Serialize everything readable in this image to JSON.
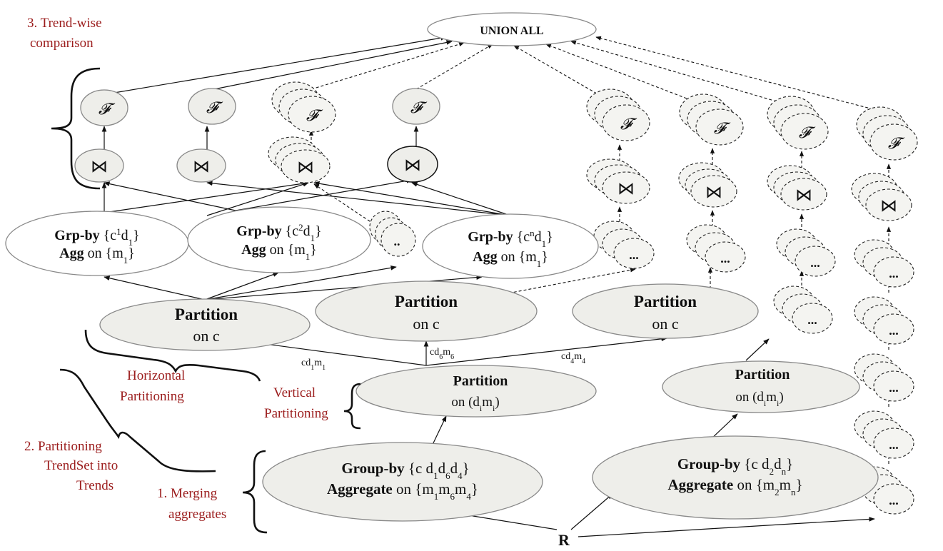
{
  "diagram": {
    "union": "UNION ALL",
    "func_symbol": "𝓕",
    "join_symbol": "⋈",
    "ellipsis_short": "..",
    "ellipsis": "...",
    "source": "R",
    "annotations": {
      "trend_wise": [
        "3. Trend-wise",
        "comparison"
      ],
      "horizontal": [
        "Horizontal",
        "Partitioning"
      ],
      "vertical": [
        "Vertical",
        "Partitioning"
      ],
      "partitioning": [
        "2. Partitioning",
        "TrendSet into",
        "Trends"
      ],
      "merging": [
        "1. Merging",
        "aggregates"
      ]
    },
    "groupby_nodes": [
      {
        "kw": "Grp-by",
        "set": "{c",
        "sup": "1",
        "rest": "d",
        "sub": "1",
        "close": "}",
        "agg_kw": "Agg",
        "agg_on": " on {m",
        "agg_sub": "1",
        "agg_close": "}"
      },
      {
        "kw": "Grp-by",
        "set": "{c",
        "sup": "2",
        "rest": "d",
        "sub": "1",
        "close": "}",
        "agg_kw": "Agg",
        "agg_on": " on {m",
        "agg_sub": "1",
        "agg_close": "}"
      },
      {
        "kw": "Grp-by",
        "set": "{c",
        "sup": "n",
        "rest": "d",
        "sub": "1",
        "close": "}",
        "agg_kw": "Agg",
        "agg_on": " on {m",
        "agg_sub": "1",
        "agg_close": "}"
      }
    ],
    "h_partitions": [
      {
        "kw": "Partition",
        "on": "on c"
      },
      {
        "kw": "Partition",
        "on": "on c"
      },
      {
        "kw": "Partition",
        "on": "on c"
      }
    ],
    "v_partitions": [
      {
        "kw": "Partition",
        "on": "on (d",
        "sub_a": "i",
        "mid": "m",
        "sub_b": "i",
        "close": ")"
      },
      {
        "kw": "Partition",
        "on": "on (d",
        "sub_a": "i",
        "mid": "m",
        "sub_b": "i",
        "close": ")"
      }
    ],
    "edge_labels": [
      {
        "base": "cd",
        "s1": "1",
        "m": "m",
        "s2": "1"
      },
      {
        "base": "cd",
        "s1": "6",
        "m": "m",
        "s2": "6"
      },
      {
        "base": "cd",
        "s1": "4",
        "m": "m",
        "s2": "4"
      }
    ],
    "merge_nodes": [
      {
        "kw": "Group-by",
        "set": " {c d",
        "subs": [
          "1",
          "6",
          "4"
        ],
        "joiners": [
          "d",
          "d",
          ""
        ],
        "close": "}",
        "agg_kw": "Aggregate",
        "agg_on": " on {m",
        "agg_subs": [
          "1",
          "6",
          "4"
        ],
        "agg_joiners": [
          "m",
          "m",
          ""
        ],
        "agg_close": "}"
      },
      {
        "kw": "Group-by",
        "set": " {c d",
        "subs": [
          "2",
          "n"
        ],
        "joiners": [
          "d",
          ""
        ],
        "close": "}",
        "agg_kw": "Aggregate",
        "agg_on": " on {m",
        "agg_subs": [
          "2",
          "n"
        ],
        "agg_joiners": [
          "m",
          ""
        ],
        "agg_close": "}"
      }
    ]
  }
}
